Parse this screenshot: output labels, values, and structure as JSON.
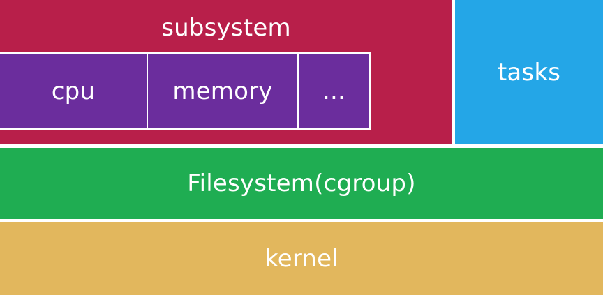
{
  "diagram": {
    "subsystem": {
      "label": "subsystem",
      "items": [
        "cpu",
        "memory",
        "..."
      ]
    },
    "tasks": {
      "label": "tasks"
    },
    "filesystem": {
      "label": "Filesystem(cgroup)"
    },
    "kernel": {
      "label": "kernel"
    }
  },
  "colors": {
    "subsystem": "#b81f4a",
    "subsystem_item": "#6b2d9d",
    "tasks": "#24a6e7",
    "filesystem": "#1fad52",
    "kernel": "#e2b75d"
  }
}
